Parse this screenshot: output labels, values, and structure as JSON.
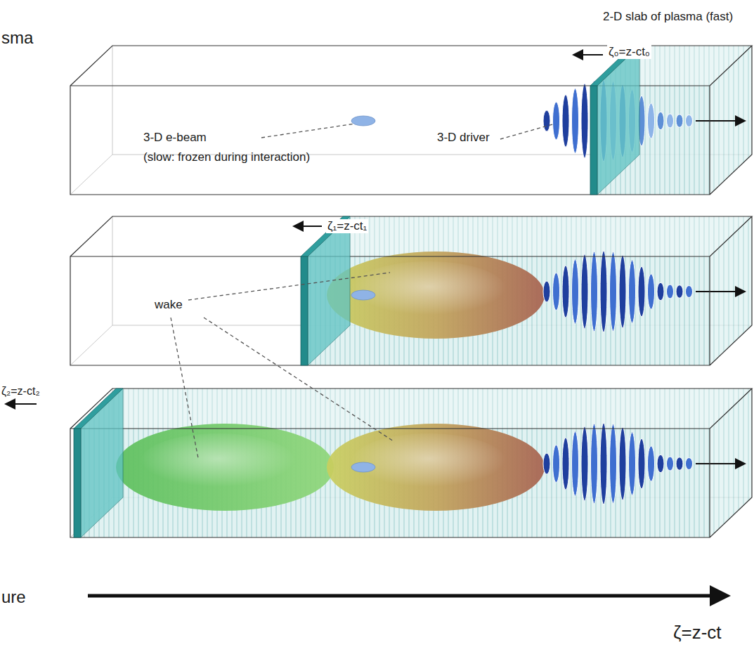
{
  "diagram": {
    "labels": [
      "sma",
      "2-D slab of plasma (fast)",
      "ζ₀=z-ct₀",
      "3-D e-beam",
      "3-D driver",
      "(slow: frozen during interaction)",
      "ζ₁=z-ct₁",
      "wake",
      "ζ₂=z-ct₂",
      "ure",
      "ζ=z-ct"
    ]
  }
}
